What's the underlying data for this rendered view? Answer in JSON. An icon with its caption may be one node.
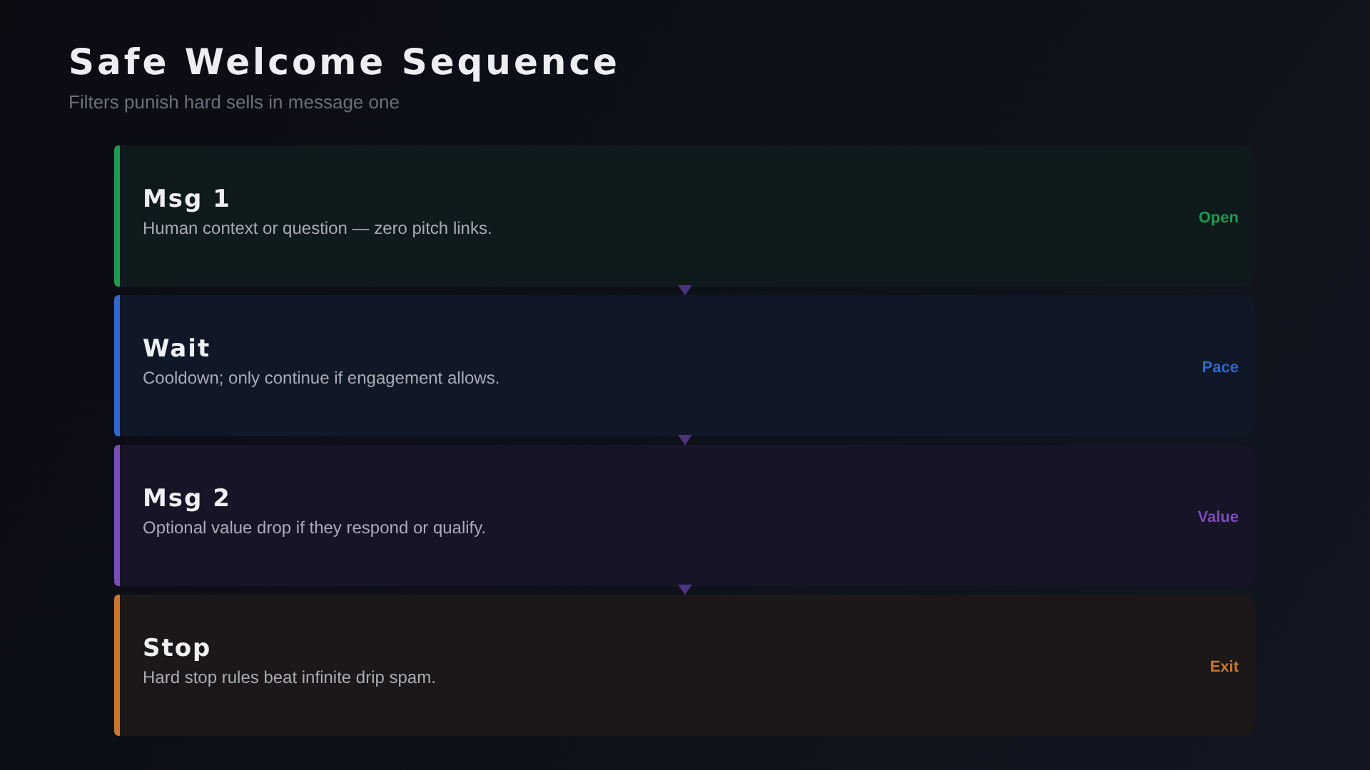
{
  "diagram": {
    "title": "Safe Welcome Sequence",
    "nodes": [
      {
        "text": [
          "Msg 1",
          "Human context or question — zero pitch links.",
          "Open"
        ]
      },
      {
        "text": [
          "Wait",
          "Cooldown; only continue if engagement allows.",
          "Pace"
        ]
      },
      {
        "text": [
          "Msg 2",
          "Optional value drop if they respond or qualify.",
          "Value"
        ]
      },
      {
        "text": [
          "Stop",
          "Hard stop rules beat infinite drip spam.",
          "Exit"
        ]
      }
    ],
    "edges": [
      {
        "from": 0,
        "to": 1,
        "arrow": "to"
      },
      {
        "from": 1,
        "to": 2,
        "arrow": "to"
      },
      {
        "from": 2,
        "to": 3,
        "arrow": "to"
      }
    ],
    "labels": [
      "Filters punish hard sells in message one"
    ]
  }
}
